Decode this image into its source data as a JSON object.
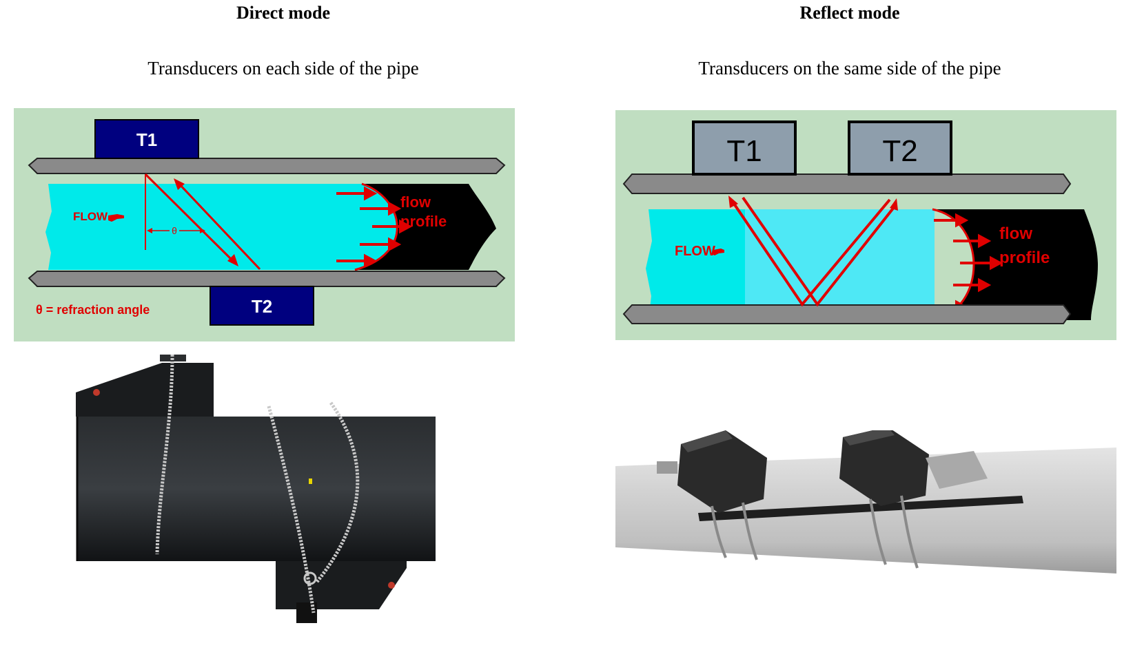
{
  "direct": {
    "title": "Direct mode",
    "subtitle": "Transducers on each side of the pipe",
    "t1_label": "T1",
    "t2_label": "T2",
    "flow_label": "FLOW",
    "profile_line1": "flow",
    "profile_line2": "profile",
    "theta_label": "θ",
    "refraction_note": "θ = refraction angle"
  },
  "reflect": {
    "title": "Reflect mode",
    "subtitle": "Transducers on the same side of the pipe",
    "t1_label": "T1",
    "t2_label": "T2",
    "flow_label": "FLOW",
    "profile_line1": "flow",
    "profile_line2": "profile"
  },
  "colors": {
    "diagram_bg": "#c0dec1",
    "fluid": "#00eaea",
    "fluid_light": "#4ee8f5",
    "pipe_wall": "#8a8a8a",
    "arrow_red": "#e00000",
    "transducer_direct": "#00007f",
    "transducer_reflect": "#8e9eac",
    "profile_black": "#000000"
  },
  "icons": [
    "pointing-hand-icon"
  ]
}
